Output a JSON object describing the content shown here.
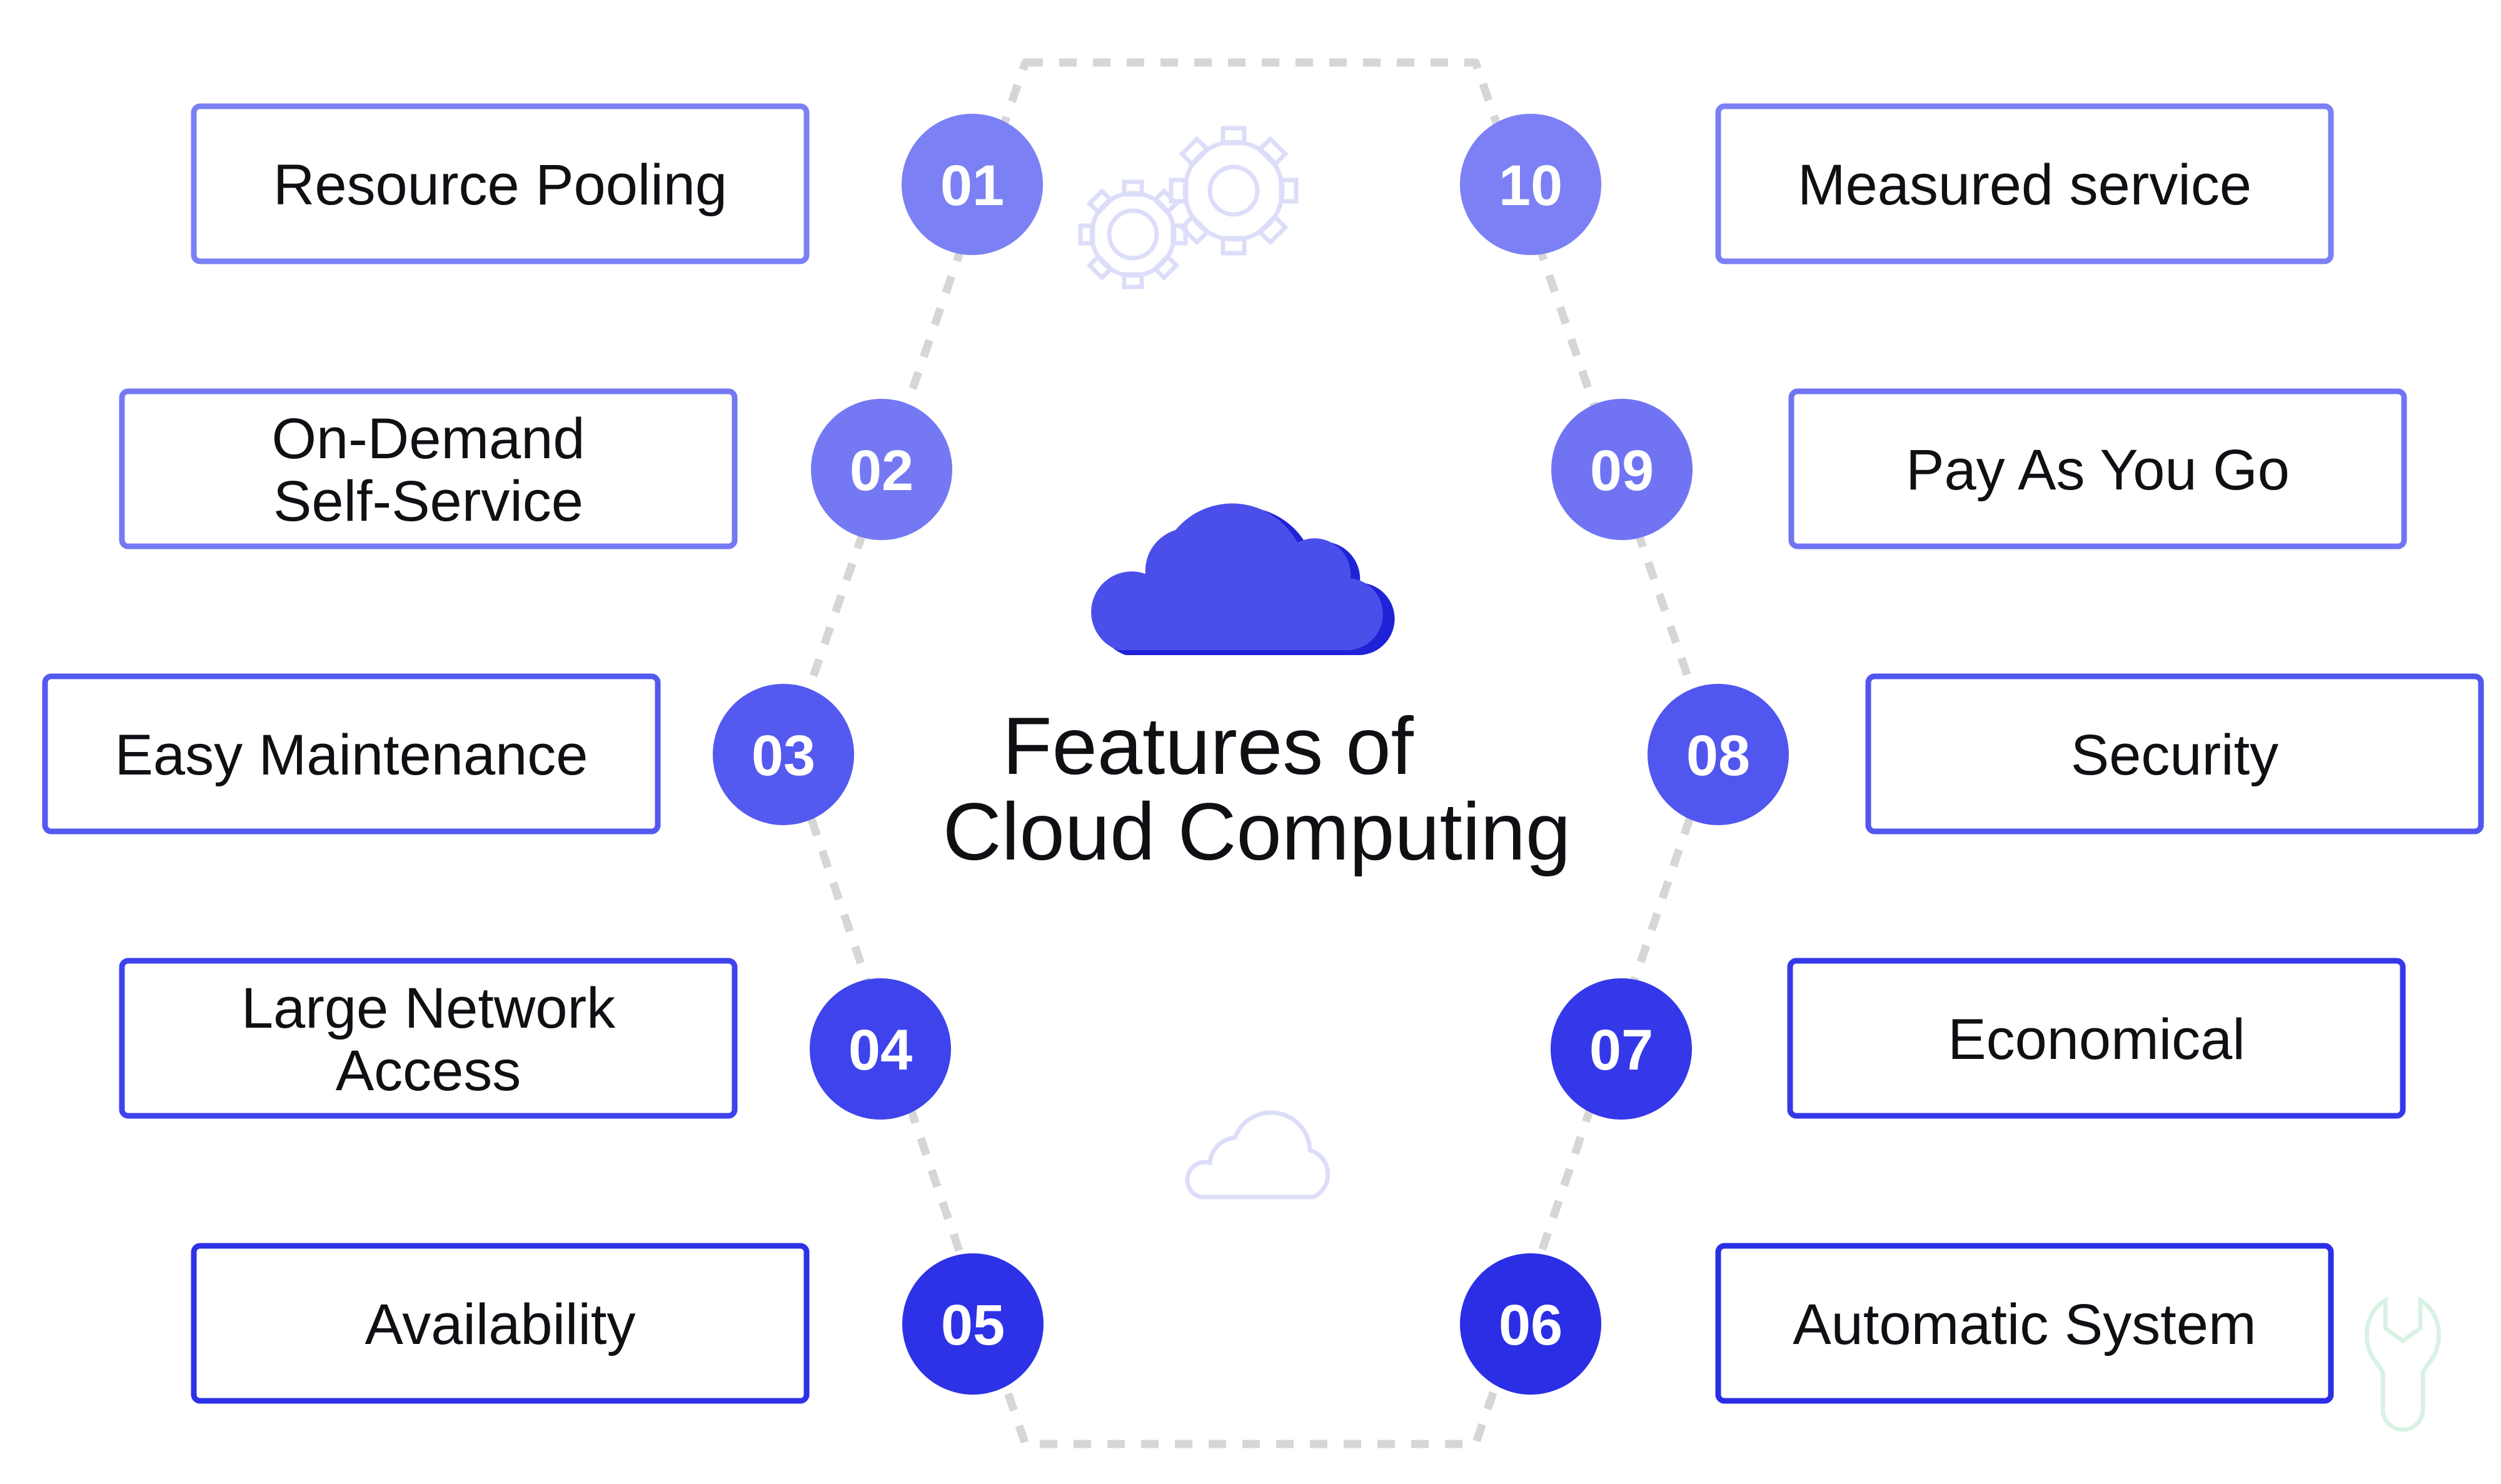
{
  "title": {
    "lines": [
      "Features of",
      "Cloud Computing"
    ]
  },
  "colors": {
    "badges": [
      "#7b80f4",
      "#7479f3",
      "#5459ef",
      "#3e43ec",
      "#2e32e6",
      "#2b2ee5",
      "#3538e8",
      "#5156ef",
      "#7074f3",
      "#7c80f4"
    ],
    "cloud_main": "#4a4fea",
    "cloud_shadow": "#1f22d6",
    "hexagon_dash": "#d6d6d6",
    "decor_gear": "#dcdef9",
    "decor_cloud": "#dcdef9",
    "decor_wrench": "#d8f2e4"
  },
  "features": [
    {
      "number": "01",
      "lines": [
        "Resource Pooling"
      ]
    },
    {
      "number": "02",
      "lines": [
        "On-Demand",
        "Self-Service"
      ]
    },
    {
      "number": "03",
      "lines": [
        "Easy Maintenance"
      ]
    },
    {
      "number": "04",
      "lines": [
        "Large Network",
        "Access"
      ]
    },
    {
      "number": "05",
      "lines": [
        "Availability"
      ]
    },
    {
      "number": "06",
      "lines": [
        "Automatic System"
      ]
    },
    {
      "number": "07",
      "lines": [
        "Economical"
      ]
    },
    {
      "number": "08",
      "lines": [
        "Security"
      ]
    },
    {
      "number": "09",
      "lines": [
        "Pay As You Go"
      ]
    },
    {
      "number": "10",
      "lines": [
        "Measured service"
      ]
    }
  ],
  "icons": {
    "center": "cloud-icon",
    "top_decor": "gears-icon",
    "bottom_decor": "small-cloud-icon",
    "corner_decor": "wrench-icon"
  }
}
